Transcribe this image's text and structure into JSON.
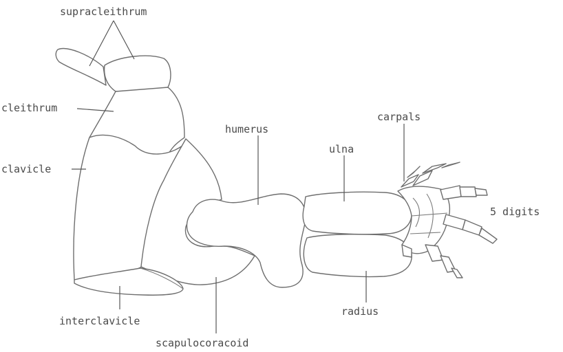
{
  "labels": {
    "supracleithrum": "supracleithrum",
    "cleithrum": "cleithrum",
    "clavicle": "clavicle",
    "interclavicle": "interclavicle",
    "scapulocoracoid": "scapulocoracoid",
    "humerus": "humerus",
    "ulna": "ulna",
    "radius": "radius",
    "carpals": "carpals",
    "digits": "5 digits"
  }
}
